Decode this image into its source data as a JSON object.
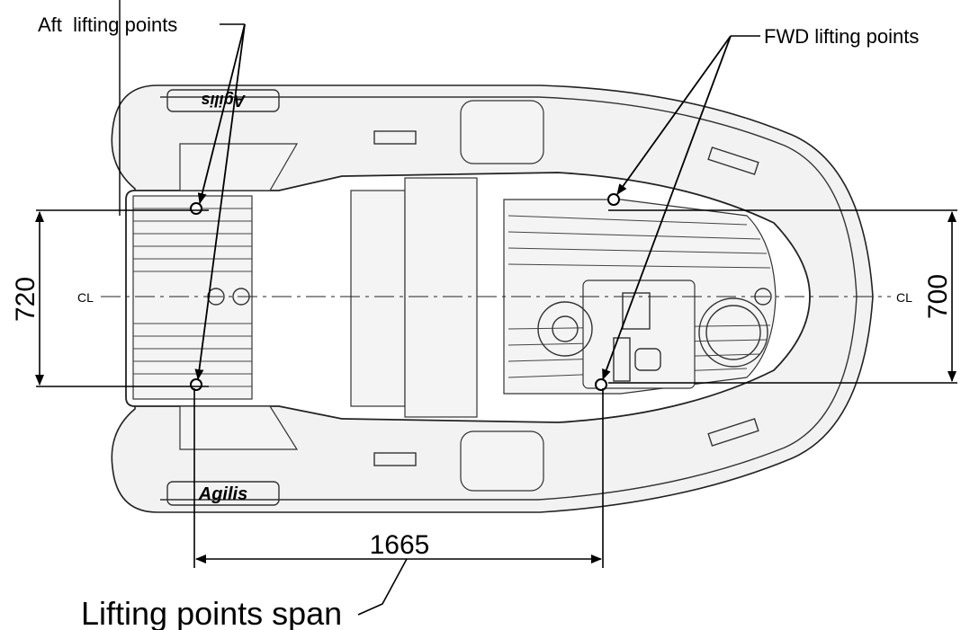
{
  "labels": {
    "aft_lifting_points": "Aft  lifting points",
    "fwd_lifting_points": "FWD lifting points",
    "lifting_points_span": "Lifting points span",
    "cl_left": "CL",
    "cl_right": "CL",
    "brand_top": "Agilis",
    "brand_bottom": "Agilis"
  },
  "dimensions": {
    "span": "1665",
    "aft_width": "720",
    "fwd_width": "700"
  },
  "colors": {
    "line": "#000000",
    "background": "#ffffff",
    "fill_light": "#f2f2f2"
  }
}
